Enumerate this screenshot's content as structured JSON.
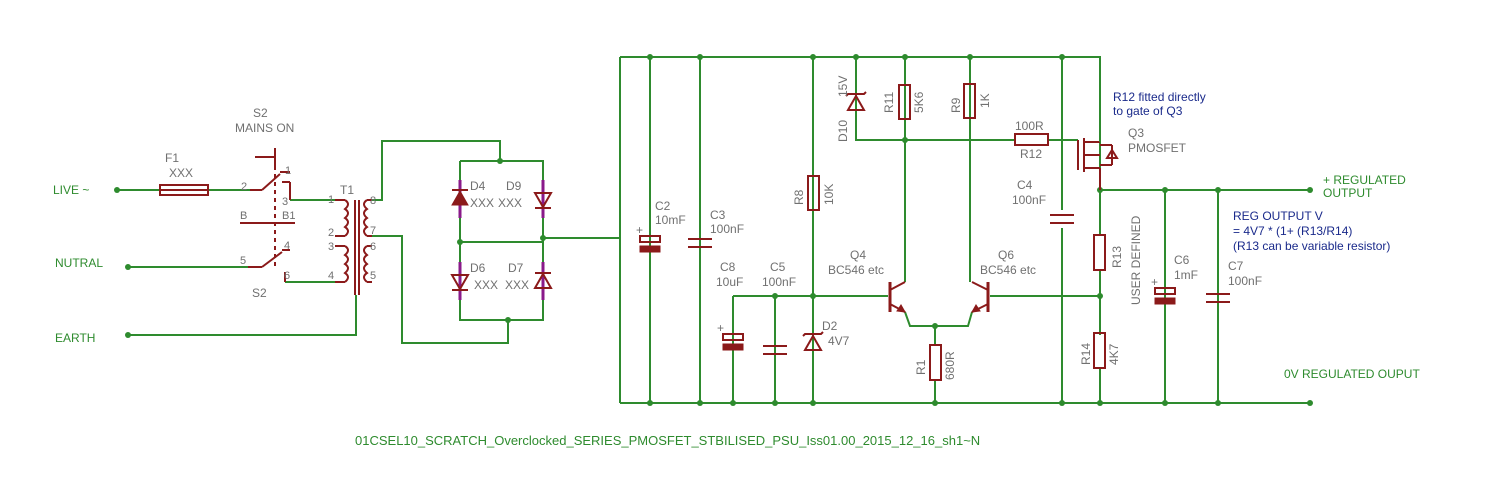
{
  "nets": {
    "live": "LIVE ~",
    "neutral": "NUTRAL",
    "earth": "EARTH",
    "out_pos_1": "+ REGULATED",
    "out_pos_2": "OUTPUT",
    "out_zero": "0V REGULATED OUPUT"
  },
  "notes": {
    "r12_1": "R12 fitted directly",
    "r12_2": "to gate of Q3",
    "formula_1": "REG OUTPUT V",
    "formula_2": "= 4V7 * (1+ (R13/R14)",
    "formula_3": "(R13 can be variable resistor)"
  },
  "title": "01CSEL10_SCRATCH_Overclocked_SERIES_PMOSFET_STBILISED_PSU_Iss01.00_2015_12_16_sh1~N",
  "components": {
    "F1": {
      "ref": "F1",
      "value": "XXX"
    },
    "S2": {
      "ref": "S2",
      "value": "MAINS ON",
      "ref2": "S2"
    },
    "T1": {
      "ref": "T1"
    },
    "D4": {
      "ref": "D4",
      "value": "XXX"
    },
    "D9": {
      "ref": "D9",
      "value": "XXX"
    },
    "D6": {
      "ref": "D6",
      "value": "XXX"
    },
    "D7": {
      "ref": "D7",
      "value": "XXX"
    },
    "C2": {
      "ref": "C2",
      "value": "10mF"
    },
    "C3": {
      "ref": "C3",
      "value": "100nF"
    },
    "C8": {
      "ref": "C8",
      "value": "10uF"
    },
    "C5": {
      "ref": "C5",
      "value": "100nF"
    },
    "D2": {
      "ref": "D2",
      "value": "4V7"
    },
    "R8": {
      "ref": "R8",
      "value": "10K"
    },
    "D10": {
      "ref": "D10",
      "value": "15V"
    },
    "R11": {
      "ref": "R11",
      "value": "5K6"
    },
    "R9": {
      "ref": "R9",
      "value": "1K"
    },
    "Q4": {
      "ref": "Q4",
      "value": "BC546 etc"
    },
    "Q6": {
      "ref": "Q6",
      "value": "BC546 etc"
    },
    "R1": {
      "ref": "R1",
      "value": "680R"
    },
    "R12": {
      "ref": "R12",
      "value": "100R"
    },
    "Q3": {
      "ref": "Q3",
      "value": "PMOSFET"
    },
    "C4": {
      "ref": "C4",
      "value": "100nF"
    },
    "R13": {
      "ref": "R13",
      "value": "USER DEFINED"
    },
    "R14": {
      "ref": "R14",
      "value": "4K7"
    },
    "C6": {
      "ref": "C6",
      "value": "1mF"
    },
    "C7": {
      "ref": "C7",
      "value": "100nF"
    }
  },
  "pins": {
    "s2_1": "1",
    "s2_2": "2",
    "s2_3": "3",
    "s2_B": "B",
    "s2_B1": "B1",
    "s2_4": "4",
    "s2_5": "5",
    "s2_6": "6",
    "t1_1": "1",
    "t1_2": "2",
    "t1_3": "3",
    "t1_4": "4",
    "t1_5": "5",
    "t1_6": "6",
    "t1_7": "7",
    "t1_8": "8"
  },
  "colors": {
    "wire": "#2e8b2e",
    "part": "#8b1a1a",
    "label": "#707070",
    "note": "#1a2a8b",
    "bridge_diode": "#8a1a8a"
  }
}
